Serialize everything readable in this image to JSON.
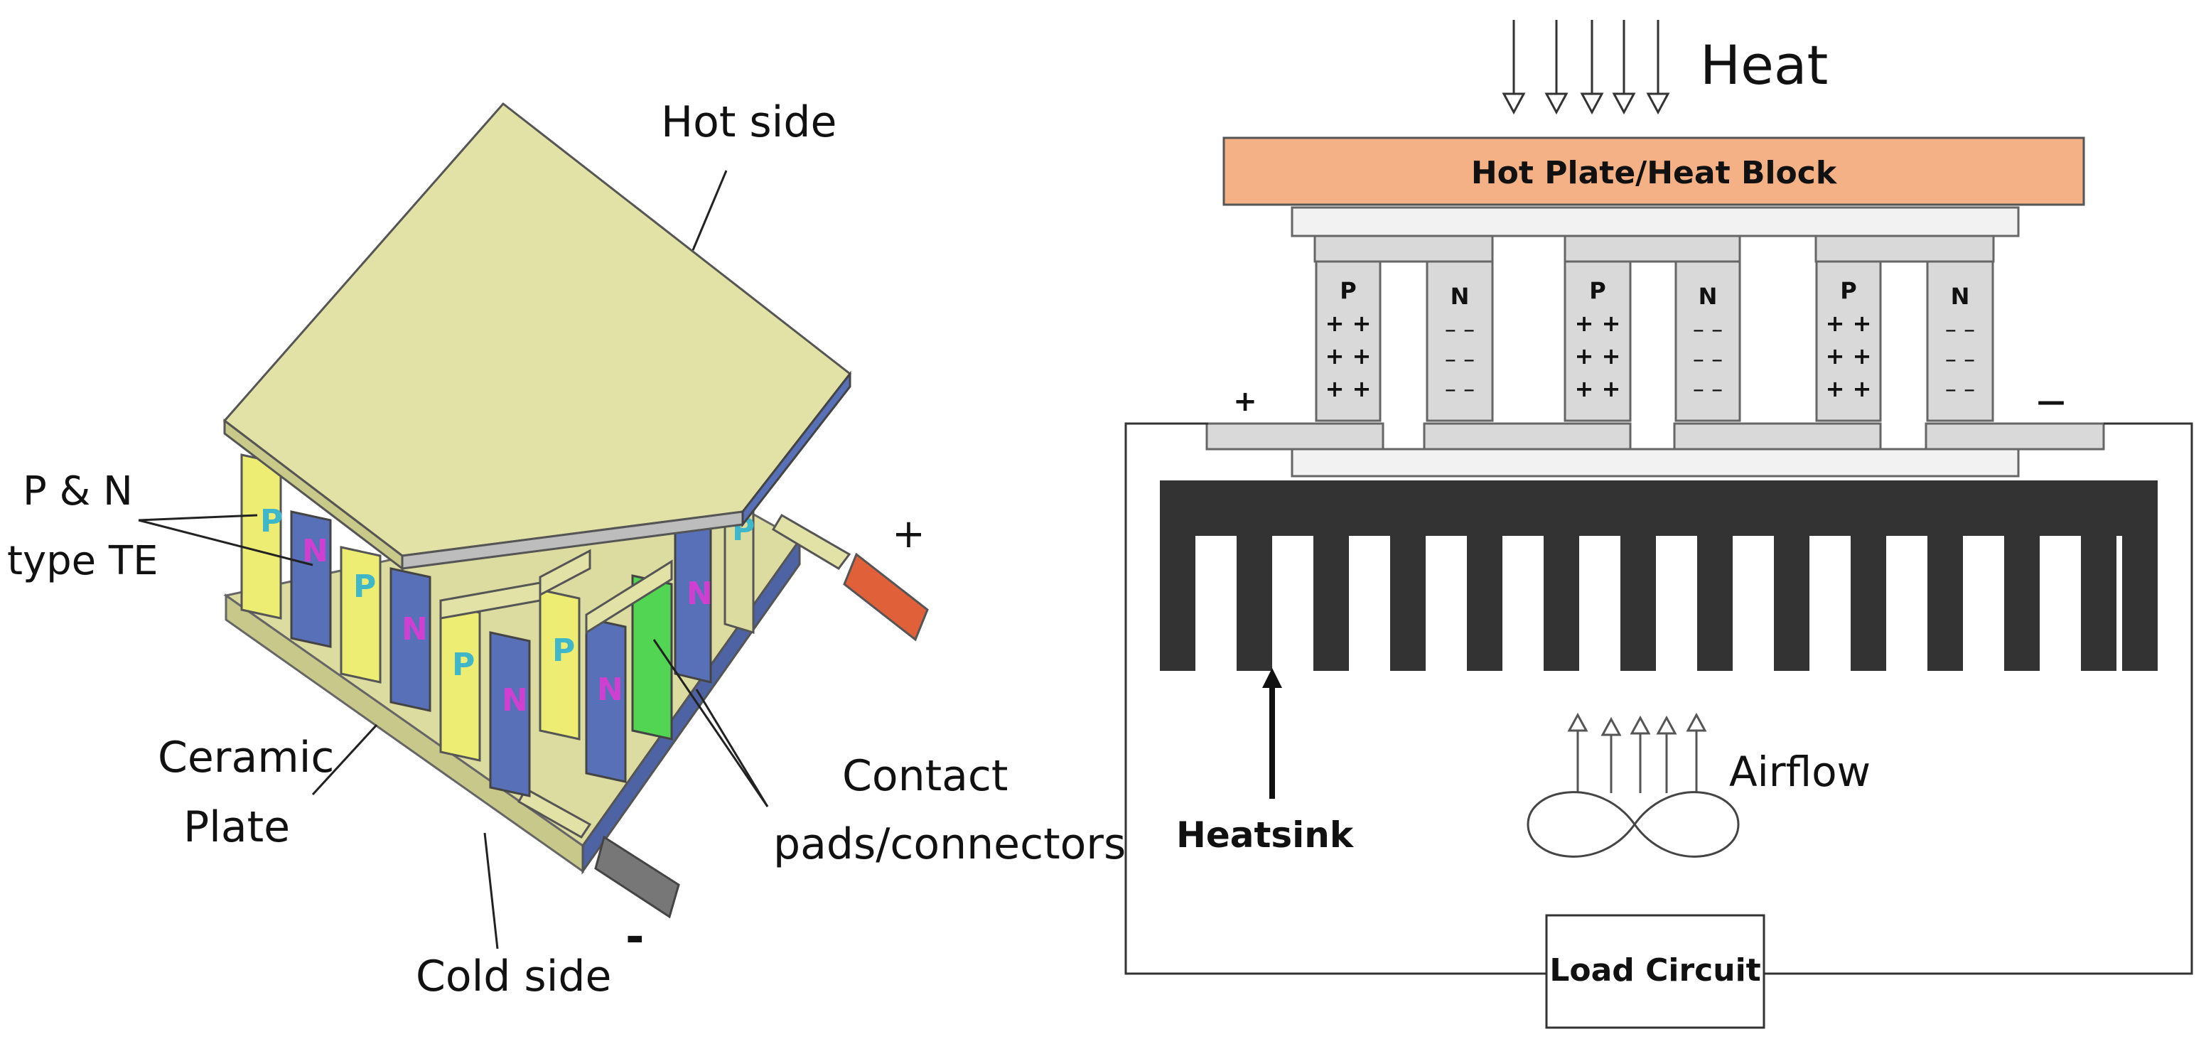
{
  "left_diagram": {
    "hot_side": "Hot side",
    "pn_line1": "P & N",
    "pn_line2": "type TE",
    "ceramic_line1": "Ceramic",
    "ceramic_line2": "Plate",
    "contact_line1": "Contact",
    "contact_line2": "pads/connectors",
    "cold_side": "Cold side",
    "plus": "+",
    "minus": "-",
    "p_letter": "P",
    "n_letter": "N"
  },
  "right_diagram": {
    "heat": "Heat",
    "hot_plate": "Hot Plate/Heat Block",
    "p_label": "P",
    "n_label": "N",
    "p_charges": "+ +",
    "n_charges": "– –",
    "plus": "+",
    "minus": "—",
    "heatsink": "Heatsink",
    "airflow": "Airflow",
    "load_circuit": "Load Circuit"
  },
  "colors": {
    "top_plate": "#e2e2a6",
    "yellow_leg": "#eded74",
    "blue_leg": "#5770b8",
    "green_leg": "#52d552",
    "hot_plate_fill": "#f4b185",
    "heatsink": "#333333",
    "element_grey": "#d9d9d9"
  }
}
